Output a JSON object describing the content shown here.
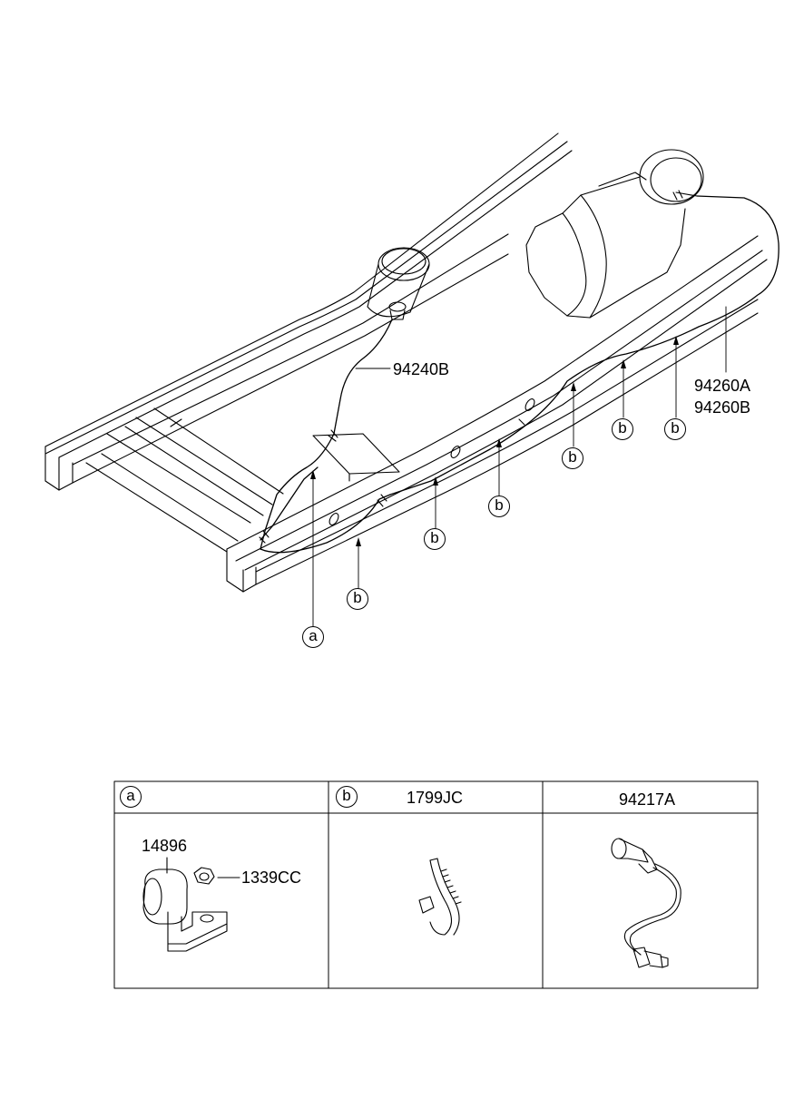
{
  "callouts": {
    "part_94240B": "94240B",
    "part_94260A": "94260A",
    "part_94260B": "94260B",
    "ref_a": "a",
    "ref_b": "b"
  },
  "legend_table": {
    "columns": [
      {
        "ref": "a",
        "part": ""
      },
      {
        "ref": "b",
        "part": "1799JC"
      },
      {
        "ref": "",
        "part": "94217A"
      }
    ],
    "cell_a": {
      "clamp_part": "14896",
      "nut_part": "1339CC"
    }
  }
}
